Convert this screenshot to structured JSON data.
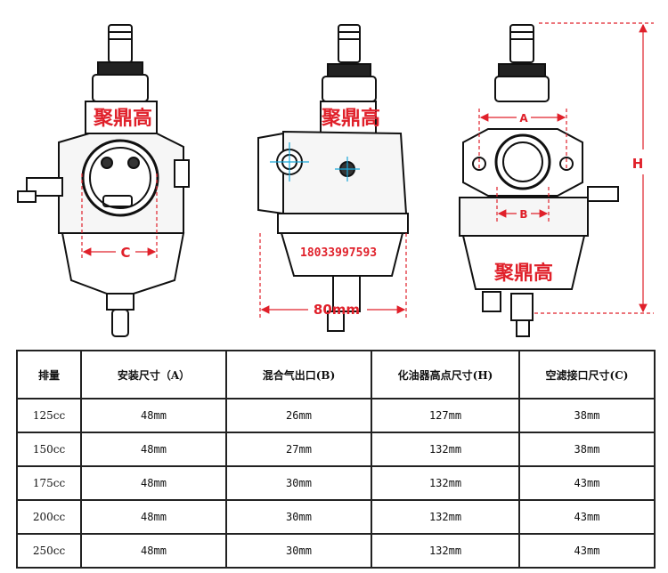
{
  "watermarks": {
    "left": "聚鼎高",
    "middle": "聚鼎高",
    "right": "聚鼎高"
  },
  "phone": "18033997593",
  "dimension_labels": {
    "a": "A",
    "b": "B",
    "c": "C",
    "h": "H",
    "width": "80mm"
  },
  "colors": {
    "dimension": "#e0202a",
    "hub": "#1aa7d8",
    "line": "#111111"
  },
  "table": {
    "headers": [
      "排量",
      "安装尺寸（A）",
      "混合气出口(B)",
      "化油器高点尺寸(H)",
      "空滤接口尺寸(C)"
    ],
    "rows": [
      [
        "125cc",
        "48mm",
        "26mm",
        "127mm",
        "38mm"
      ],
      [
        "150cc",
        "48mm",
        "27mm",
        "132mm",
        "38mm"
      ],
      [
        "175cc",
        "48mm",
        "30mm",
        "132mm",
        "43mm"
      ],
      [
        "200cc",
        "48mm",
        "30mm",
        "132mm",
        "43mm"
      ],
      [
        "250cc",
        "48mm",
        "30mm",
        "132mm",
        "43mm"
      ]
    ]
  }
}
